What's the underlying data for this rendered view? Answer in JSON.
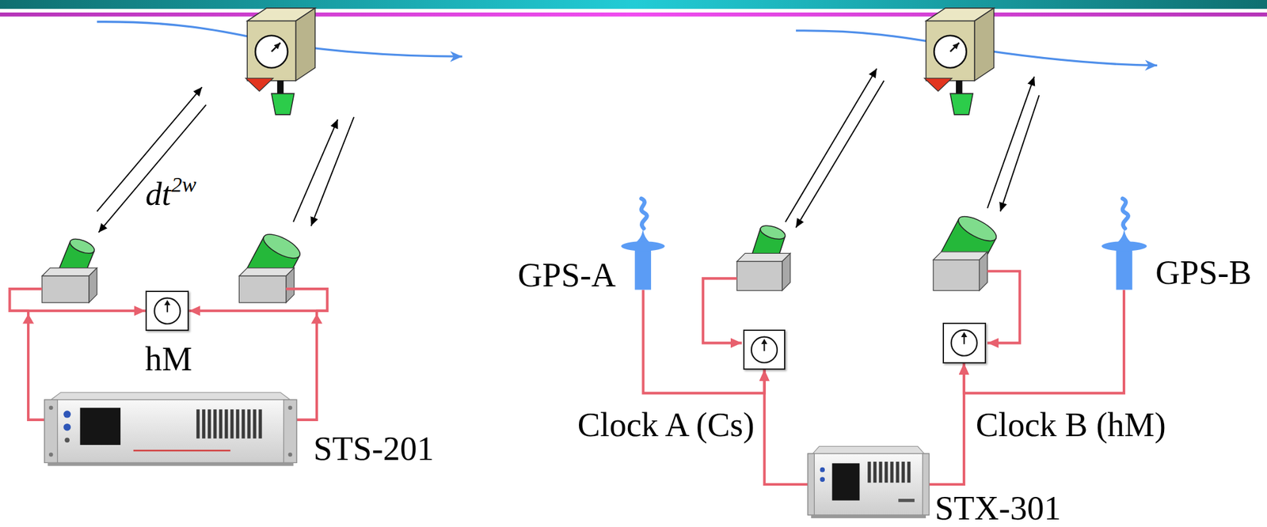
{
  "diagram": {
    "nodes": [
      {
        "text": [
          "hM"
        ]
      },
      {
        "text": [
          "STS-201"
        ]
      },
      {
        "text": [
          "GPS-A"
        ]
      },
      {
        "text": [
          "Clock A (Cs)"
        ]
      },
      {
        "text": [
          "Clock B (hM)"
        ]
      },
      {
        "text": [
          "GPS-B"
        ]
      },
      {
        "text": [
          "STX-301"
        ]
      }
    ],
    "edges": [
      {
        "from": 1,
        "to": 0,
        "arrow": "to"
      },
      {
        "from": 1,
        "to": 0,
        "arrow": "to"
      },
      {
        "from": 2,
        "to": 3,
        "arrow": "to"
      },
      {
        "from": 6,
        "to": 3,
        "arrow": "to"
      },
      {
        "from": 5,
        "to": 4,
        "arrow": "to"
      },
      {
        "from": 6,
        "to": 4,
        "arrow": "to"
      }
    ],
    "labels": [
      "dt",
      "2w"
    ]
  }
}
